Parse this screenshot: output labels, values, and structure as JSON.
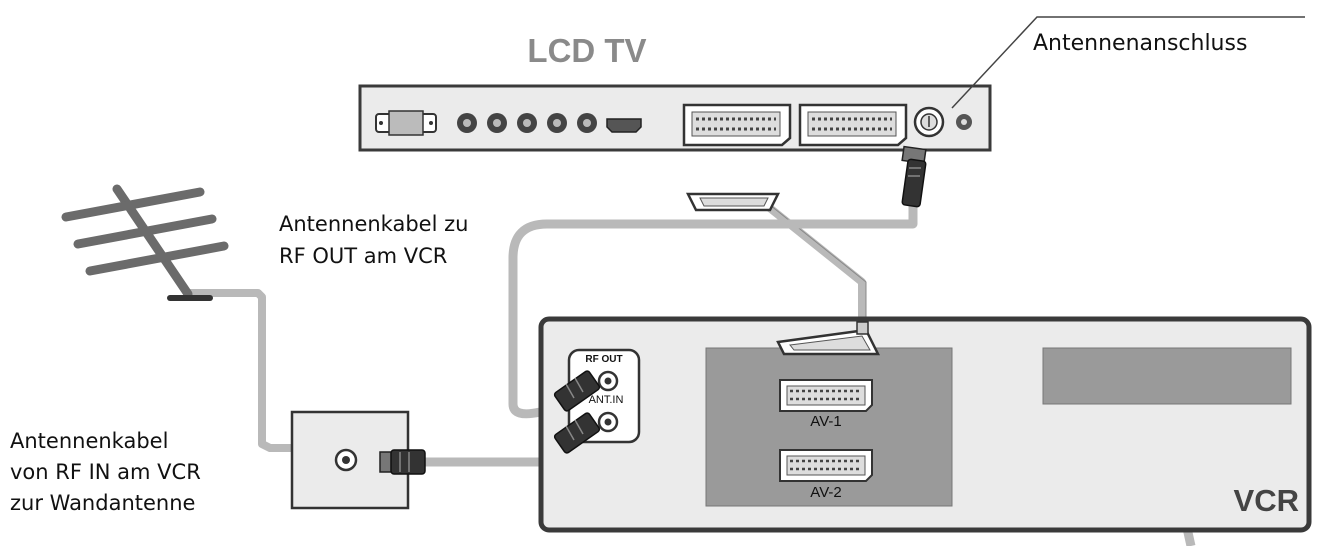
{
  "diagram": {
    "labels": {
      "tv_title": "LCD TV",
      "tv_antenna_port": "Antennenanschluss",
      "cable_to_rf_out_1": "Antennenkabel zu",
      "cable_to_rf_out_2": "RF OUT am VCR",
      "cable_from_rf_in_1": "Antennenkabel",
      "cable_from_rf_in_2": "von RF IN am VCR",
      "cable_from_rf_in_3": "zur Wandantenne",
      "vcr_rf_out": "RF OUT",
      "vcr_ant_in": "ANT.IN",
      "vcr_av1": "AV-1",
      "vcr_av2": "AV-2",
      "vcr_title": "VCR"
    },
    "colors": {
      "cable": "#b9b9b9",
      "panel": "#ebebeb",
      "panel_dark": "#9a9a9a",
      "outline": "#3a3a3a",
      "antenna": "#6b6b6b"
    }
  }
}
